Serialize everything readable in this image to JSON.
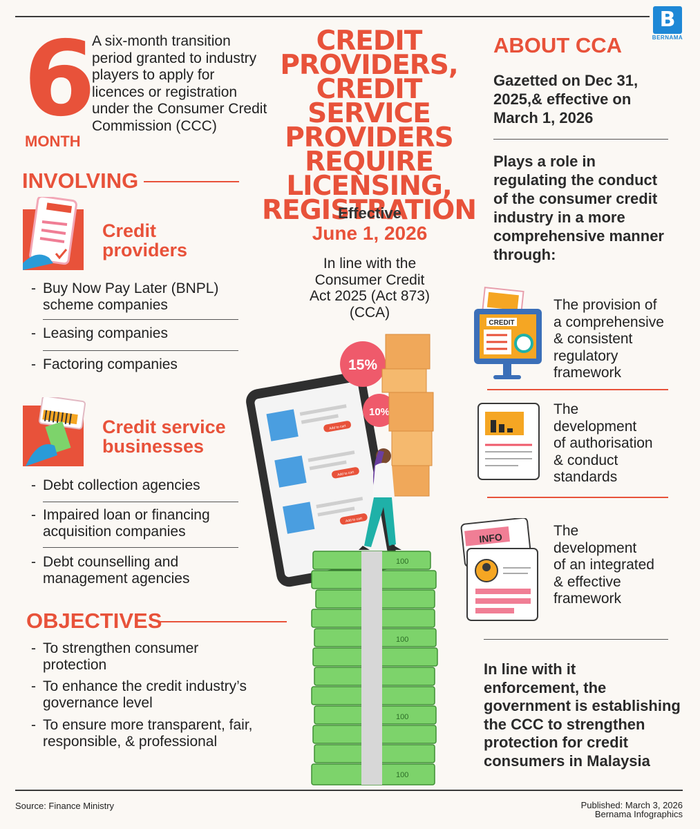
{
  "brand": {
    "logo_letter": "B",
    "logo_word": "BERNAMA",
    "accent": "#e8523a",
    "logo_color": "#1e88d6"
  },
  "transition": {
    "number": "6",
    "unit": "MONTH",
    "text": "A six-month transition period granted to industry players to apply for licences or registration under the Consumer Credit Commission (CCC)"
  },
  "involving": {
    "heading": "INVOLVING",
    "credit_providers": {
      "title_line1": "Credit",
      "title_line2": "providers",
      "items": [
        {
          "line1": "Buy Now Pay Later (BNPL)",
          "line2": "scheme companies"
        },
        {
          "line1": "Leasing companies"
        },
        {
          "line1": "Factoring companies"
        }
      ]
    },
    "credit_service": {
      "title_line1": "Credit service",
      "title_line2": "businesses",
      "items": [
        {
          "line1": "Debt collection agencies"
        },
        {
          "line1": "Impaired loan or financing",
          "line2": "acquisition companies"
        },
        {
          "line1": "Debt counselling and",
          "line2": "management agencies"
        }
      ]
    }
  },
  "objectives": {
    "heading": "OBJECTIVES",
    "items": [
      {
        "line1": "To strengthen consumer",
        "line2": "protection"
      },
      {
        "line1": "To enhance the credit industry’s",
        "line2": "governance level"
      },
      {
        "line1": "To ensure more transparent, fair,",
        "line2": "responsible, & professional"
      }
    ]
  },
  "headline": {
    "lines": [
      "CREDIT",
      "PROVIDERS,",
      "CREDIT SERVICE",
      "PROVIDERS",
      "REQUIRE",
      "LICENSING,",
      "REGISTRATION"
    ],
    "effective_label": "Effective",
    "effective_date": "June 1, 2026",
    "inline_lines": [
      "In line with the",
      "Consumer Credit",
      "Act 2025 (Act 873)",
      "(CCA)"
    ]
  },
  "illustration": {
    "badge1": "15%",
    "badge2": "10%",
    "phone_buttons": [
      "Add to cart",
      "Add to cart",
      "Add to cart"
    ],
    "note_label": "100"
  },
  "about": {
    "heading": "ABOUT CCA",
    "gazette_lines": [
      "Gazetted on Dec 31,",
      "2025,& effective on",
      "March 1, 2026"
    ],
    "plays_lines": [
      "Plays a role in",
      "regulating the conduct",
      "of the consumer credit",
      "industry in a more",
      "comprehensive manner",
      "through:"
    ],
    "items": [
      {
        "icon_label": "CREDIT",
        "lines": [
          "The provision of",
          "a comprehensive",
          "& consistent",
          "regulatory",
          "framework"
        ]
      },
      {
        "lines": [
          "The",
          "development",
          "of authorisation",
          "& conduct",
          "standards"
        ]
      },
      {
        "icon_label": "INFO",
        "lines": [
          "The",
          "development",
          "of an integrated",
          "& effective",
          "framework"
        ]
      }
    ],
    "closing_lines": [
      "In line with it",
      "enforcement, the",
      "government is establishing",
      "the CCC to strengthen",
      "protection for credit",
      "consumers in Malaysia"
    ]
  },
  "footer": {
    "source": "Source: Finance Ministry",
    "published": "Published: March 3, 2026",
    "credit": "Bernama Infographics"
  }
}
